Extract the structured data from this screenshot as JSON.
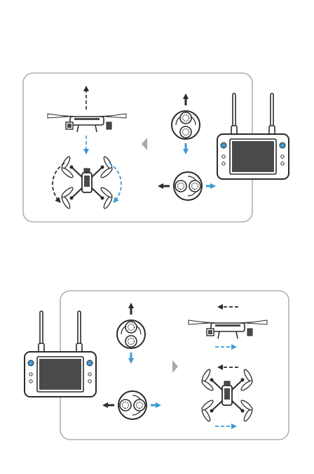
{
  "manual_page": {
    "panels": [
      {
        "id": "panel-left-stick",
        "controller_position": "right",
        "stick": "left",
        "stick_vertical_motion": "up-down",
        "stick_horizontal_motion": "left-right",
        "drone_effect": [
          "ascend",
          "descend",
          "rotate-left",
          "rotate-right"
        ],
        "flow_arrow": "left-pointing"
      },
      {
        "id": "panel-right-stick",
        "controller_position": "left",
        "stick": "right",
        "stick_vertical_motion": "up-down",
        "stick_horizontal_motion": "left-right",
        "drone_effect": [
          "forward",
          "backward",
          "left",
          "right"
        ],
        "flow_arrow": "right-pointing"
      }
    ],
    "colors": {
      "line": "#2b2b2b",
      "active_arrow": "#3c9ad6",
      "panel_border": "#a0a0a0",
      "flow_arrow": "#a8a8a8",
      "screen": "#4a4a4a",
      "body": "#ffffff"
    },
    "icons": [
      "remote-controller-icon",
      "drone-side-view-icon",
      "drone-top-view-icon",
      "joystick-icon"
    ]
  }
}
